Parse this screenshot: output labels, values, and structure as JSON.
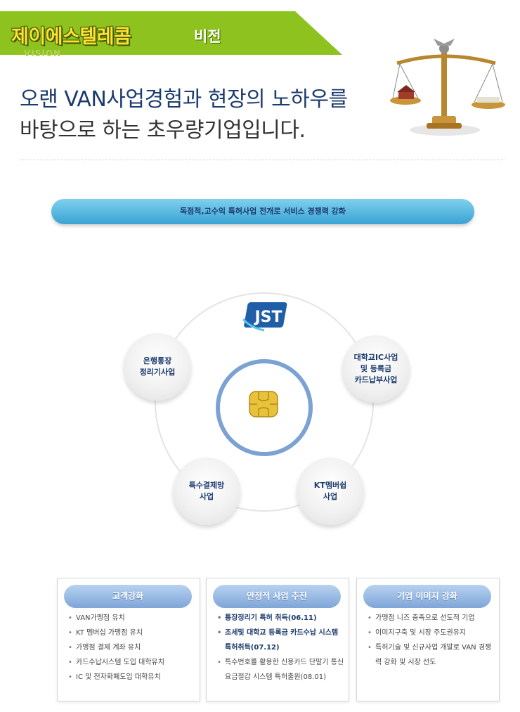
{
  "header": {
    "company": "제이에스텔레콤",
    "section": "비전",
    "vision_label": "VISION"
  },
  "headline": {
    "line1": "오랜 VAN사업경험과 현장의 노하우를",
    "line2": "바탕으로 하는 초우량기업입니다."
  },
  "pill_text": "독점적,고수익 특허사업 전개로 서비스 경쟁력 강화",
  "diagram": {
    "logo_text": "JST",
    "nodes": [
      {
        "label": "은행통장\n정리기사업"
      },
      {
        "label": "대학교IC사업\n및 등록금\n카드납부사업"
      },
      {
        "label": "특수결제망\n사업"
      },
      {
        "label": "KT멤버쉽\n사업"
      }
    ]
  },
  "cards": [
    {
      "title": "고객강화",
      "items": [
        {
          "text": "VAN가맹점 유치"
        },
        {
          "text": "KT 멤버십 가맹점 유치"
        },
        {
          "text": "가맹점 결제 계좌 유치"
        },
        {
          "text": "카드수납시스템 도입 대학유치"
        },
        {
          "text": "IC 및 전자화폐도입 대학유치"
        }
      ]
    },
    {
      "title": "안정적 사업 추진",
      "items": [
        {
          "text": "통장정리기 특허 취득(06.11)"
        },
        {
          "text": "조세및 대학교 등록금 카드수납 시스템 특허취득(07.12)"
        },
        {
          "text": "특수번호를 활용한 신용카드 단말기 통신요금절감 시스템 특허출원(08.01)"
        }
      ]
    },
    {
      "title": "기업 이미지 강화",
      "items": [
        {
          "text": "가맹점 니즈 충족으로 선도적 기업"
        },
        {
          "text": "이미지구축 및 시장 주도권유지"
        },
        {
          "text": "특허기술 및 신규사업 개발로 VAN 경쟁력 강화 및 시장 선도"
        }
      ]
    }
  ],
  "colors": {
    "banner_green": "#8dc21f",
    "title_yellow": "#ffe033",
    "navy": "#1c3b6e",
    "ring_blue": "#7ba2d3",
    "pill_blue": "#3aa3d4"
  }
}
